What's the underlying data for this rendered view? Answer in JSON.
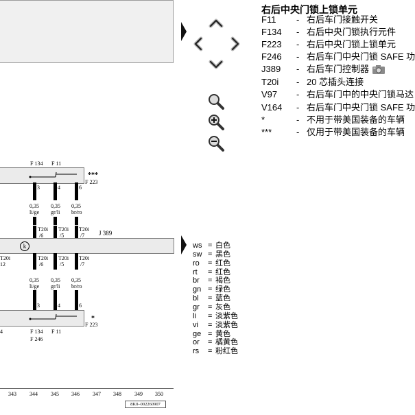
{
  "legend": {
    "title": "右后中央门锁上锁单元",
    "items": [
      {
        "code": "F11",
        "desc": "右后车门接触开关"
      },
      {
        "code": "F134",
        "desc": "右后中央门锁执行元件"
      },
      {
        "code": "F223",
        "desc": "右后中央门锁上锁单元"
      },
      {
        "code": "F246",
        "desc": "右后车门中央门锁 SAFE 功"
      },
      {
        "code": "J389",
        "desc": "右后车门控制器",
        "camera": true
      },
      {
        "code": "T20i",
        "desc": "20 芯插头连接"
      },
      {
        "code": "V97",
        "desc": "右后车门中的中央门锁马达"
      },
      {
        "code": "V164",
        "desc": "右后车门中央门锁 SAFE 功"
      },
      {
        "code": "*",
        "desc": "不用于带美国装备的车辆"
      },
      {
        "code": "***",
        "desc": "仅用于带美国装备的车辆"
      }
    ],
    "dash": "-"
  },
  "color_key": [
    {
      "abbr": "ws",
      "name": "白色"
    },
    {
      "abbr": "sw",
      "name": "黑色"
    },
    {
      "abbr": "ro",
      "name": "红色"
    },
    {
      "abbr": "rt",
      "name": "红色"
    },
    {
      "abbr": "br",
      "name": "褐色"
    },
    {
      "abbr": "gn",
      "name": "绿色"
    },
    {
      "abbr": "bl",
      "name": "蓝色"
    },
    {
      "abbr": "gr",
      "name": "灰色"
    },
    {
      "abbr": "li",
      "name": "淡紫色"
    },
    {
      "abbr": "vi",
      "name": "淡紫色"
    },
    {
      "abbr": "ge",
      "name": "黄色"
    },
    {
      "abbr": "or",
      "name": "橘黄色"
    },
    {
      "abbr": "rs",
      "name": "粉红色"
    }
  ],
  "eq": "=",
  "diagram": {
    "top_unit": {
      "comp_a": "F 134",
      "comp_b": "F 11",
      "marker": "***",
      "unit": "F 223"
    },
    "bottom_unit": {
      "comp_a": "F 134",
      "comp_b": "F 11",
      "comp_c": "F 246",
      "marker": "*",
      "unit": "F 223",
      "left_fragment": "4"
    },
    "pins": [
      "3",
      "4",
      "6"
    ],
    "wire_sizes": [
      "0,35",
      "0,35",
      "0,35"
    ],
    "wire_colors": [
      "li/ge",
      "gr/li",
      "br/ro"
    ],
    "connectors": [
      {
        "name": "T20i",
        "pin": "/6"
      },
      {
        "name": "T20i",
        "pin": "/5"
      },
      {
        "name": "T20i",
        "pin": "/7"
      }
    ],
    "control_unit": "J 389",
    "ground_symbol": "k",
    "left_fragments": {
      "a": "T20i",
      "b": "12"
    },
    "track_numbers": [
      "343",
      "344",
      "345",
      "346",
      "347",
      "348",
      "349",
      "350"
    ],
    "doc_id": "8K0–002260907"
  },
  "icons": {
    "expand": "expand-arrow-icon",
    "nav": [
      "nav-up-icon",
      "nav-left-icon",
      "nav-right-icon",
      "nav-down-icon"
    ],
    "zoom": [
      "zoom-fit-icon",
      "zoom-in-icon",
      "zoom-out-icon"
    ],
    "camera": "camera-icon"
  }
}
